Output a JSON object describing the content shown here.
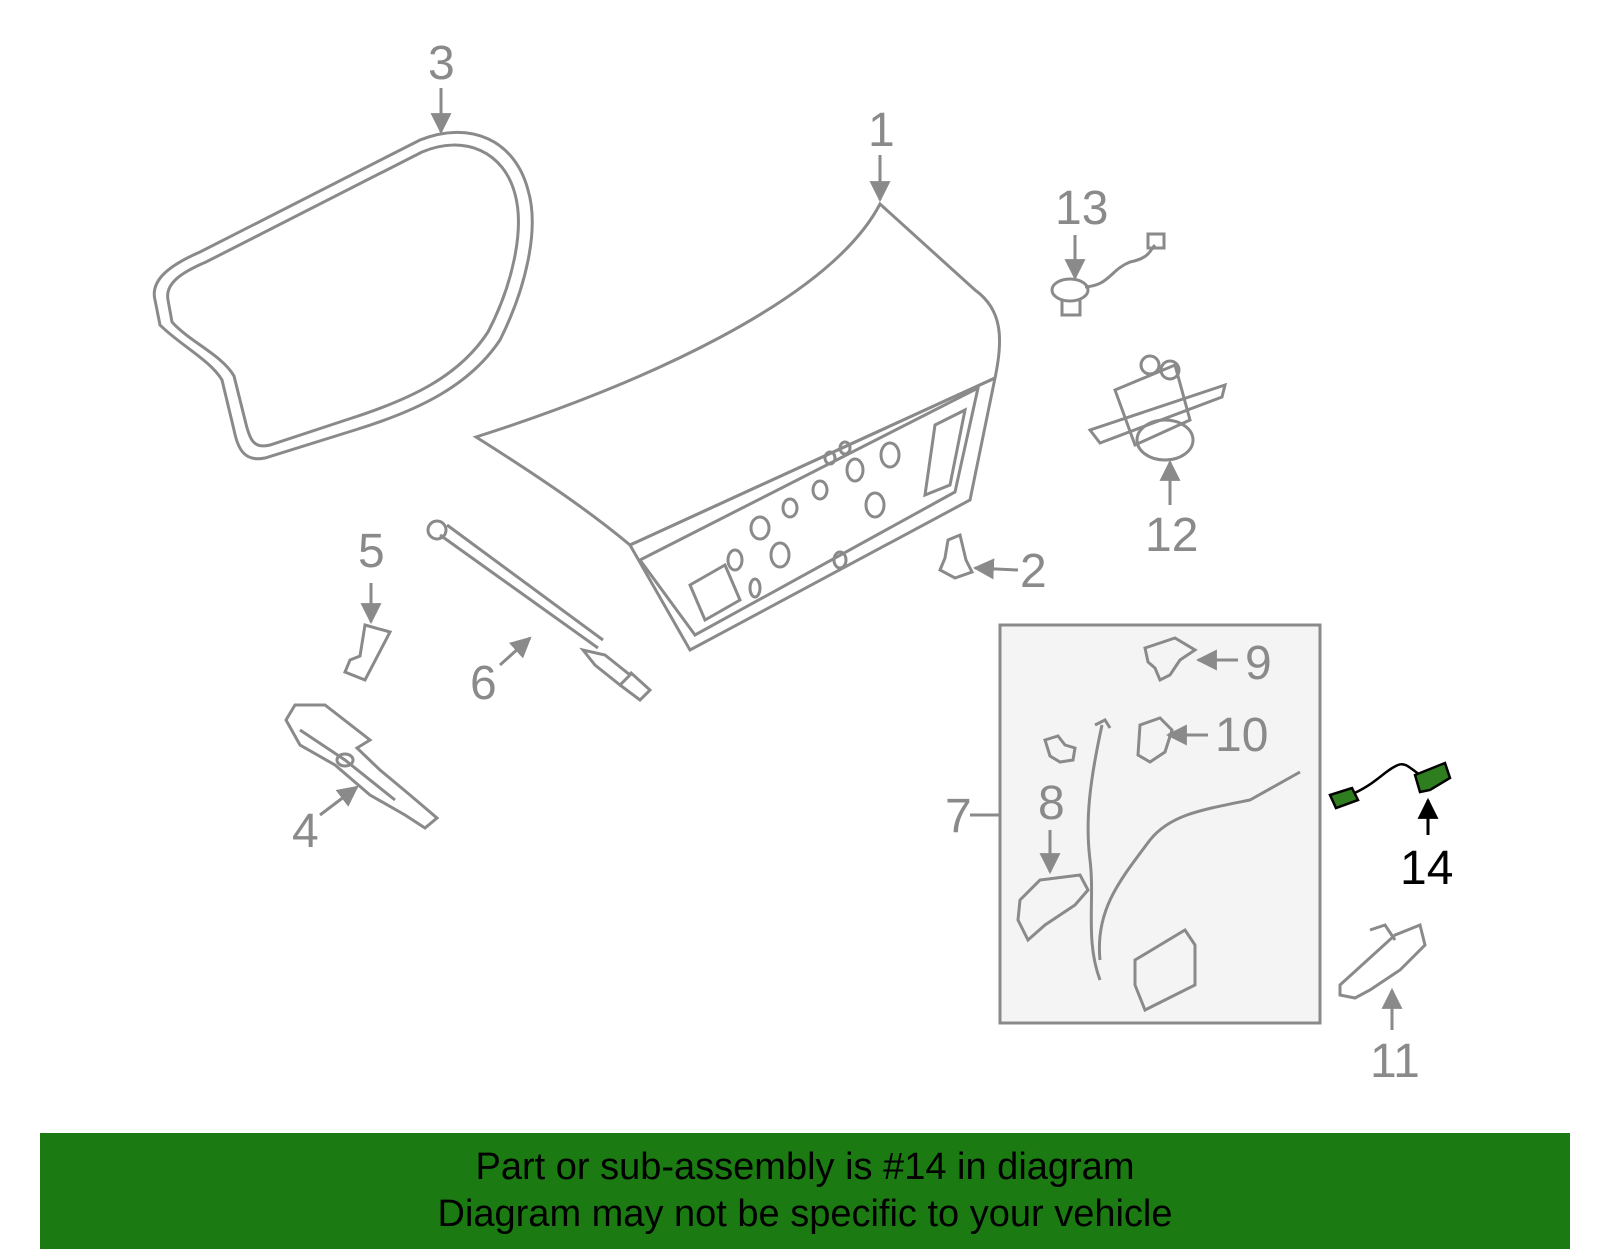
{
  "callouts": [
    {
      "id": "1",
      "label": "1"
    },
    {
      "id": "2",
      "label": "2"
    },
    {
      "id": "3",
      "label": "3"
    },
    {
      "id": "4",
      "label": "4"
    },
    {
      "id": "5",
      "label": "5"
    },
    {
      "id": "6",
      "label": "6"
    },
    {
      "id": "7",
      "label": "7"
    },
    {
      "id": "8",
      "label": "8"
    },
    {
      "id": "9",
      "label": "9"
    },
    {
      "id": "10",
      "label": "10"
    },
    {
      "id": "11",
      "label": "11"
    },
    {
      "id": "12",
      "label": "12"
    },
    {
      "id": "13",
      "label": "13"
    },
    {
      "id": "14",
      "label": "14"
    }
  ],
  "highlighted_part": "14",
  "banner": {
    "line1": "Part or sub-assembly is #14 in diagram",
    "line2": "Diagram may not be specific to your vehicle"
  },
  "colors": {
    "line": "#8a8a8a",
    "highlight_fill": "#2e7d1e",
    "banner": "#1b7a12",
    "box_fill": "#f4f4f4"
  }
}
